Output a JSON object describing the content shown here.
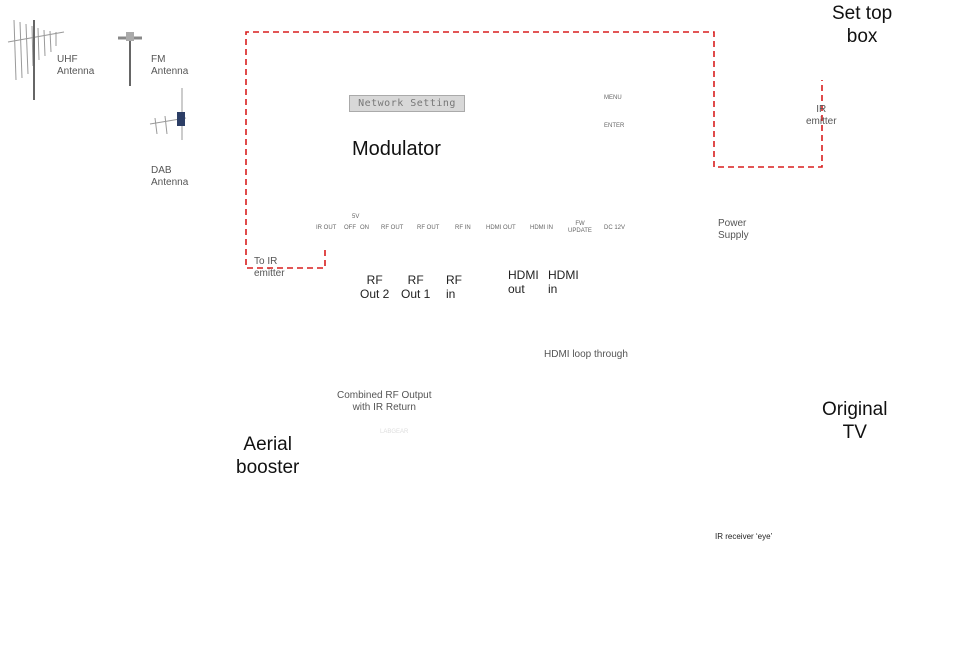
{
  "antennas": {
    "uhf_label": "UHF\nAntenna",
    "fm_label": "FM\nAntenna",
    "dab_label": "DAB\nAntenna"
  },
  "modulator": {
    "title": "Modulator",
    "lcd_text": "Network Setting",
    "buttons": {
      "menu": "MENU",
      "enter": "ENTER"
    },
    "ports": [
      "IR OUT",
      "5V",
      "OFF",
      "ON",
      "RF OUT",
      "RF OUT",
      "RF IN",
      "HDMI OUT",
      "HDMI IN",
      "FW UPDATE",
      "DC 12V"
    ]
  },
  "set_top_box": {
    "title": "Set top\nbox",
    "ir_emitter": "IR\nemitter"
  },
  "power_supply": "Power\nSupply",
  "to_ir_emitter": "To IR\nemitter",
  "cable_labels": {
    "rf_out2": "RF\nOut 2",
    "rf_out1": "RF\nOut 1",
    "rf_in": "RF\nin",
    "hdmi_out": "HDMI\nout",
    "hdmi_in": "HDMI\nin",
    "hdmi_loop": "HDMI loop through"
  },
  "booster": {
    "title": "Aerial\nbooster",
    "combined_label": "Combined RF Output\nwith IR Return",
    "brand": "LABGEAR"
  },
  "original_tv": "Original\nTV",
  "ir_receiver": "IR receiver ‘eye’",
  "colors": {
    "rf_cable": "#2b2b2b",
    "hdmi_cable": "#e01010",
    "ir_dashed": "#d81e1e",
    "device_grey": "#e4e4e4",
    "booster_dark": "#3c3c44",
    "ir_eye": "#cc1e1e"
  },
  "icons": [
    "antenna-icon",
    "tv-icon",
    "remote-icon",
    "power-supply-icon",
    "set-top-box-icon",
    "aerial-booster-icon"
  ]
}
